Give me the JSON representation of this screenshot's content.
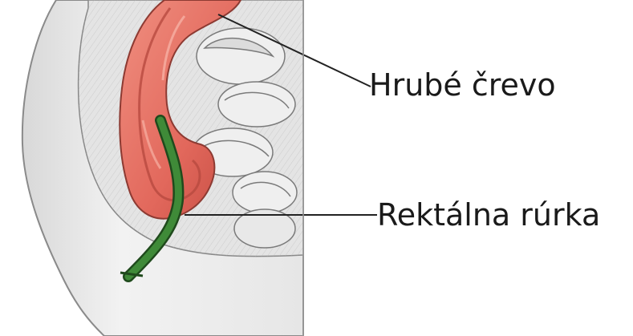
{
  "labels": {
    "colon": "Hrubé črevo",
    "rectal_tube": "Rektálna rúrka"
  },
  "icons": {
    "illustration": "anatomical-cross-section-pelvis",
    "colon": "large-intestine-icon",
    "tube": "rectal-tube-icon",
    "leader": "leader-line"
  },
  "colors": {
    "background": "#ffffff",
    "colon_fill": "#e07a6e",
    "colon_dark": "#b8473e",
    "tube": "#2e6b2a",
    "tissue": "#d9d9d9",
    "skin": "#eeeeee",
    "outline": "#555555",
    "leader": "#222222"
  }
}
